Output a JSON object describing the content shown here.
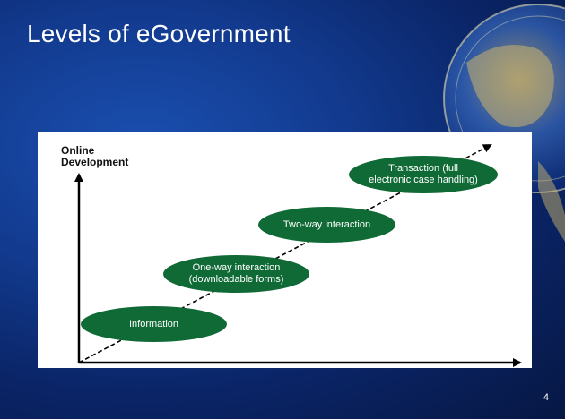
{
  "slide": {
    "title": "Levels of eGovernment",
    "page_number": "4"
  },
  "diagram": {
    "y_axis_label_line1": "Online",
    "y_axis_label_line2": "Development",
    "stages": [
      {
        "label": "Information"
      },
      {
        "label": "One-way interaction\n(downloadable forms)"
      },
      {
        "label": "Two-way interaction"
      },
      {
        "label": "Transaction (full\nelectronic case handling)"
      }
    ]
  },
  "colors": {
    "background": "#0d2c7a",
    "stage_fill": "#0f6a35",
    "panel": "#ffffff",
    "axis": "#000000"
  }
}
